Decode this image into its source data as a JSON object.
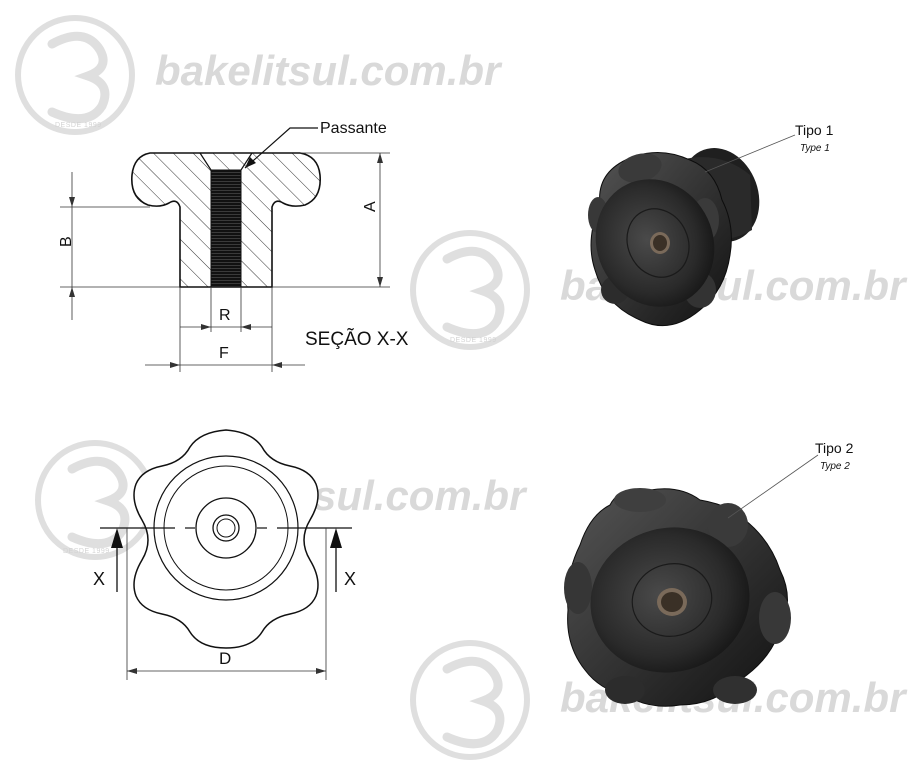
{
  "watermark": {
    "site": "bakelitsul.com.br",
    "logo_caption": "DESDE 1999"
  },
  "section_view": {
    "callout": "Passante",
    "dim_A": "A",
    "dim_B": "B",
    "dim_R": "R",
    "dim_F": "F",
    "title": "SEÇÃO X-X"
  },
  "top_view": {
    "dim_D": "D",
    "section_mark_left": "X",
    "section_mark_right": "X"
  },
  "type1": {
    "label": "Tipo 1",
    "sublabel": "Type 1"
  },
  "type2": {
    "label": "Tipo 2",
    "sublabel": "Type 2"
  }
}
